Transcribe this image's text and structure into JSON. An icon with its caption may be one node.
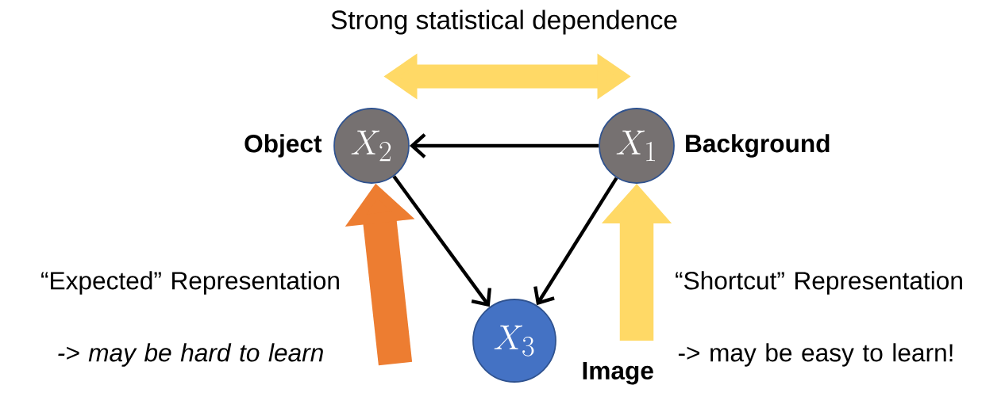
{
  "diagram": {
    "nodes": [
      {
        "text": [
          "X_2"
        ],
        "beside": [
          "Object"
        ]
      },
      {
        "text": [
          "X_1"
        ],
        "beside": [
          "Background"
        ]
      },
      {
        "text": [
          "X_3"
        ],
        "beside": [
          "Image"
        ]
      }
    ],
    "edges": [
      {
        "from": 0,
        "to": 1,
        "arrow": "both",
        "label": "Strong statistical dependence",
        "style": "thick",
        "color": "#ffd966"
      },
      {
        "from": 1,
        "to": 0,
        "arrow": "to"
      },
      {
        "from": 0,
        "to": 2,
        "arrow": "to"
      },
      {
        "from": 1,
        "to": 2,
        "arrow": "to"
      },
      {
        "from": null,
        "to": 0,
        "arrow": "to",
        "style": "thick",
        "color": "#ed7d31"
      },
      {
        "from": null,
        "to": 1,
        "arrow": "to",
        "style": "thick",
        "color": "#ffd966"
      }
    ],
    "labels": [
      "“Expected” Representation",
      "-> may be hard to learn",
      "“Shortcut” Representation",
      "-> may be easy to learn!"
    ]
  }
}
